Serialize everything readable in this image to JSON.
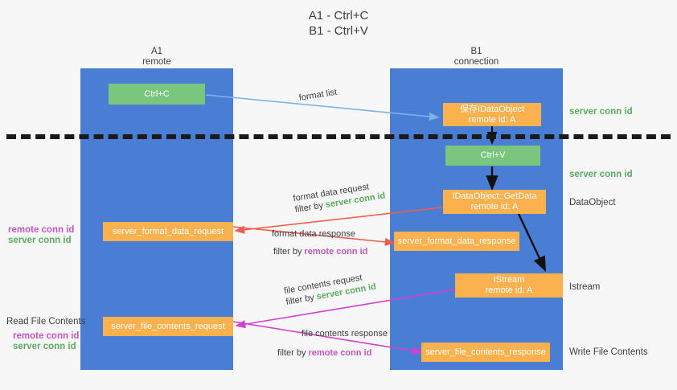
{
  "diagram": {
    "title": "A1 - Ctrl+C\nB1 - Ctrl+V",
    "columns": [
      {
        "name": "a1-remote",
        "label": "A1\nremote"
      },
      {
        "name": "b1-connection",
        "label": "B1\nconnection"
      }
    ],
    "nodes": [
      {
        "id": "ctrl-c",
        "label": "Ctrl+C",
        "kind": "green"
      },
      {
        "id": "save-idataobject",
        "label": "保存IDataObject\nremote id: A",
        "kind": "orange"
      },
      {
        "id": "ctrl-v",
        "label": "Ctrl+V",
        "kind": "green"
      },
      {
        "id": "idataobject-getdata",
        "label": "IDataObject::GetData\nremote id: A",
        "kind": "orange"
      },
      {
        "id": "server-format-data-request",
        "label": "server_format_data_request",
        "kind": "orange"
      },
      {
        "id": "server-format-data-response",
        "label": "server_format_data_response",
        "kind": "orange"
      },
      {
        "id": "istream",
        "label": "IStream\nremote id: A",
        "kind": "orange"
      },
      {
        "id": "server-file-contents-request",
        "label": "server_file_contents_request",
        "kind": "orange"
      },
      {
        "id": "server-file-contents-response",
        "label": "server_file_contents_response",
        "kind": "orange"
      }
    ],
    "right_labels": [
      {
        "id": "server-conn-id-top",
        "text": "server conn id",
        "color": "green"
      },
      {
        "id": "server-conn-id-mid",
        "text": "server conn id",
        "color": "green"
      },
      {
        "id": "dataobject",
        "text": "DataObject",
        "color": "dark"
      },
      {
        "id": "istream-label",
        "text": "Istream",
        "color": "dark"
      },
      {
        "id": "write-file-contents",
        "text": "Write File Contents",
        "color": "dark"
      }
    ],
    "left_labels": [
      {
        "id": "remote-conn-id-upper",
        "text": "remote conn id",
        "color": "magenta"
      },
      {
        "id": "server-conn-id-upper",
        "text": "server conn id",
        "color": "green"
      },
      {
        "id": "read-file-contents",
        "text": "Read File Contents",
        "color": "dark"
      },
      {
        "id": "remote-conn-id-lower",
        "text": "remote conn id",
        "color": "magenta"
      },
      {
        "id": "server-conn-id-lower",
        "text": "server conn id",
        "color": "green"
      }
    ],
    "edge_labels": [
      {
        "id": "format-list",
        "line1": "format list",
        "line2": "",
        "filter_word": ""
      },
      {
        "id": "format-data-request",
        "line1": "format data request",
        "line2_prefix": "filter by ",
        "line2_hl": "server conn id",
        "hl_color": "green"
      },
      {
        "id": "format-data-response",
        "line1": "format data response",
        "line2_prefix": "filter by ",
        "line2_hl": "remote conn id",
        "hl_color": "magenta"
      },
      {
        "id": "file-contents-request",
        "line1": "file contents request",
        "line2_prefix": "filter by ",
        "line2_hl": "server conn id",
        "hl_color": "green"
      },
      {
        "id": "file-contents-response",
        "line1": "file contents response",
        "line2_prefix": "filter by ",
        "line2_hl": "remote conn id",
        "hl_color": "magenta"
      }
    ],
    "colors": {
      "lane": "#4a7ed4",
      "green_node": "#7ac67f",
      "orange_node": "#fbb14e",
      "green_text": "#5aab5f",
      "magenta_text": "#c456c4",
      "arrow_blue": "#7fb3e8",
      "arrow_red": "#ef5d4d",
      "arrow_magenta": "#d23fd2",
      "arrow_black": "#111111",
      "divider": "#1a1a1a",
      "background": "#f7f7f7"
    }
  }
}
